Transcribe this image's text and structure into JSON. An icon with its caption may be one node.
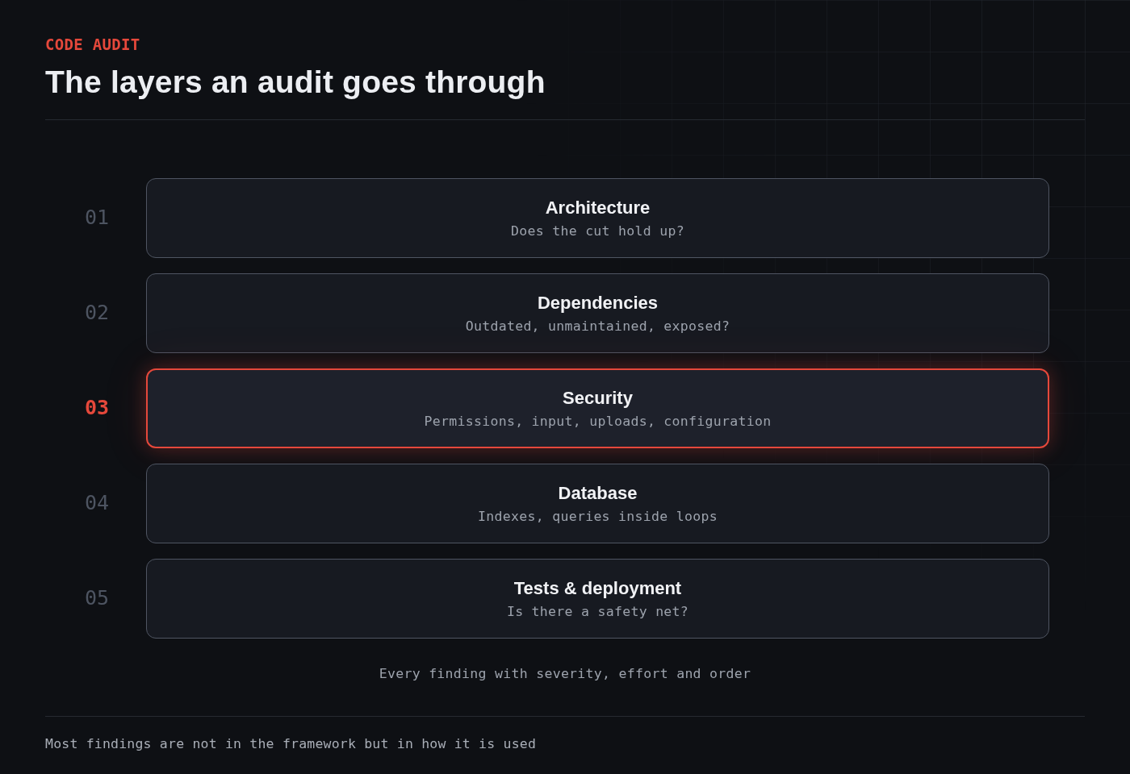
{
  "diagram": {
    "title": "The layers an audit goes through",
    "caption": "Every finding with severity, effort and order",
    "nodes": [
      {
        "text": [
          "Architecture",
          "Does the cut hold up?"
        ],
        "beside": [
          "01"
        ]
      },
      {
        "text": [
          "Dependencies",
          "Outdated, unmaintained, exposed?"
        ],
        "beside": [
          "02"
        ]
      },
      {
        "text": [
          "Security",
          "Permissions, input, uploads, configuration"
        ],
        "beside": [
          "03"
        ]
      },
      {
        "text": [
          "Database",
          "Indexes, queries inside loops"
        ],
        "beside": [
          "04"
        ]
      },
      {
        "text": [
          "Tests & deployment",
          "Is there a safety net?"
        ],
        "beside": [
          "05"
        ]
      }
    ],
    "labels": [
      "CODE AUDIT",
      "Most findings are not in the framework but in how it is used"
    ]
  }
}
